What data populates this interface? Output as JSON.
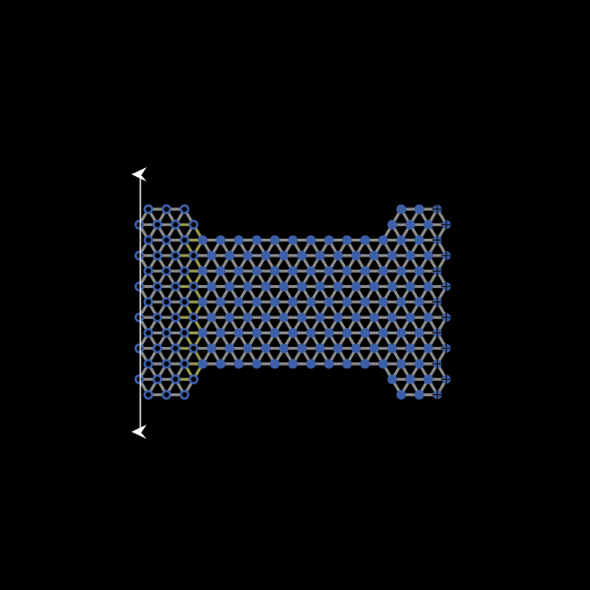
{
  "colors": {
    "background": "#000000",
    "bond": "#8c8c8c",
    "bond_strained": "#9a9a4a",
    "node": "#3d5fa8",
    "node_hole": "#000000",
    "arrow": "#ffffff"
  },
  "lattice": {
    "type": "triangular",
    "rows": 13,
    "left_clamp_columns": 4,
    "right_clamp_columns": 3,
    "clamped_node_style": "ring",
    "right_edge_node_style": "crosshair",
    "neck_rows": "2-10"
  },
  "boundary": {
    "left": "displacement-arrows-up-down",
    "right": "fixed"
  }
}
